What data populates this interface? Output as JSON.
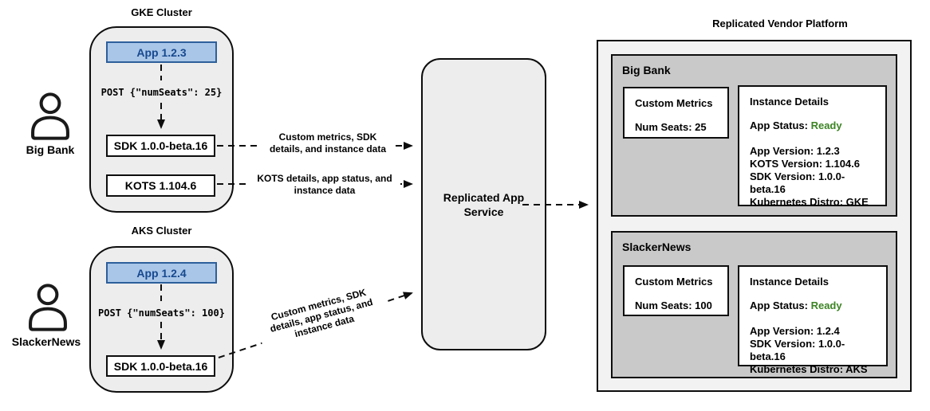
{
  "colors": {
    "app_box_fill": "#a9c6e8",
    "app_box_border": "#2d5f9b",
    "app_box_text": "#17498f",
    "ready_green": "#3c8424",
    "cluster_fill": "#ededed",
    "platform_fill": "#f2f2f2",
    "panel_fill": "#c9c9c9",
    "line_color": "#0d0d0d"
  },
  "users": [
    {
      "name": "Big Bank"
    },
    {
      "name": "SlackerNews"
    }
  ],
  "clusters": [
    {
      "title": "GKE Cluster",
      "app_label": "App 1.2.3",
      "post_label": "POST {\"numSeats\": 25}",
      "components": [
        "SDK 1.0.0-beta.16",
        "KOTS 1.104.6"
      ]
    },
    {
      "title": "AKS Cluster",
      "app_label": "App 1.2.4",
      "post_label": "POST {\"numSeats\": 100}",
      "components": [
        "SDK 1.0.0-beta.16"
      ]
    }
  ],
  "arrows": {
    "gke_sdk_label": "Custom metrics, SDK details, and instance data",
    "gke_kots_label": "KOTS details, app status, and instance data",
    "aks_sdk_label": "Custom metrics, SDK details, app status, and instance data"
  },
  "service": {
    "label": "Replicated App Service"
  },
  "platform": {
    "title": "Replicated Vendor Platform",
    "panels": [
      {
        "name": "Big Bank",
        "custom_metrics": {
          "title": "Custom Metrics",
          "metric": "Num Seats: 25"
        },
        "instance_details": {
          "title": "Instance Details",
          "status_label": "App Status:",
          "status_value": "Ready",
          "status_color": "#3c8424",
          "lines": [
            "App Version: 1.2.3",
            "KOTS Version: 1.104.6",
            "SDK Version: 1.0.0-beta.16",
            "Kubernetes Distro: GKE"
          ]
        }
      },
      {
        "name": "SlackerNews",
        "custom_metrics": {
          "title": "Custom Metrics",
          "metric": "Num Seats: 100"
        },
        "instance_details": {
          "title": "Instance Details",
          "status_label": "App Status:",
          "status_value": "Ready",
          "status_color": "#3c8424",
          "lines": [
            "App Version: 1.2.4",
            "SDK Version: 1.0.0-beta.16",
            "Kubernetes Distro: AKS"
          ]
        }
      }
    ]
  }
}
